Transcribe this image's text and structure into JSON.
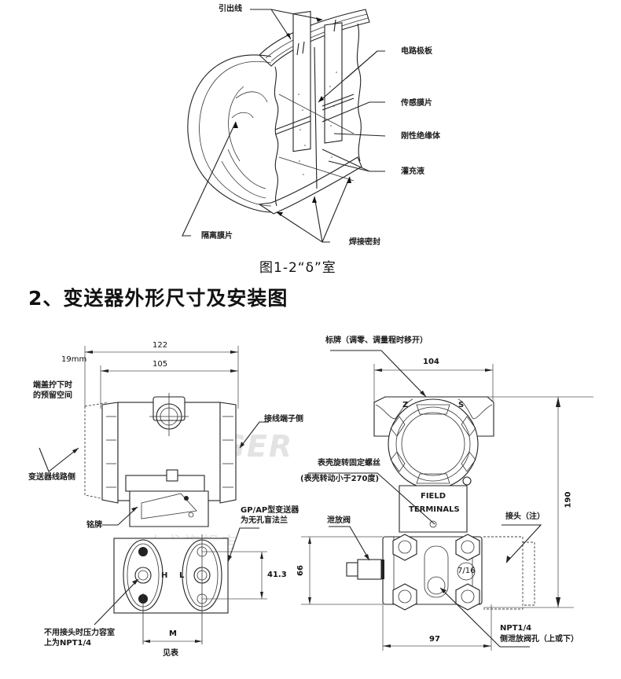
{
  "figure1": {
    "labels": {
      "lead_wire": "引出线",
      "circuit_board": "电路极板",
      "sensing_diaphragm": "传感膜片",
      "rigid_insulator": "刚性绝缘体",
      "fill_fluid": "灌充液",
      "isolating_diaphragm": "隔离膜片",
      "weld_seal": "焊接密封"
    },
    "caption": "图1-2“δ”室"
  },
  "section": {
    "title": "2、变送器外形尺寸及安装图"
  },
  "watermark": {
    "brand": "SONGGER",
    "store": "上戈旗舰店"
  },
  "side_view": {
    "dims": {
      "overall_width": "122",
      "body_width": "105",
      "cap_clearance": "19mm",
      "flange_hole_spacing": "41.3",
      "process_spacing": "M",
      "see_table": "见表"
    },
    "labels": {
      "cap_clearance_note": [
        "端盖拧下时",
        "的预留空间"
      ],
      "terminal_side": "接线端子侧",
      "circuit_side": "变送器线路侧",
      "nameplate": "铭牌",
      "gp_ap_note": [
        "GP/AP型变送器",
        "为无孔盲法兰"
      ],
      "npt_note": [
        "不用接头时压力容室",
        "上为NPT1/4"
      ],
      "high_side": "H",
      "low_side": "L"
    }
  },
  "front_view": {
    "dims": {
      "housing_width": "104",
      "overall_height": "190",
      "flange_height": "66",
      "flange_width": "97"
    },
    "labels": {
      "tag_plate": "标牌（调零、调量程时移开）",
      "zero_mark": "Z",
      "span_mark": "S",
      "housing_screw": [
        "表壳旋转固定螺丝",
        "(表壳转动小于270度)"
      ],
      "field_terminals": [
        "FIELD",
        "TERMINALS"
      ],
      "drain_valve": "泄放阀",
      "connector": "接头（注）",
      "npt_drain": [
        "NPT1/4",
        "侧泄放阀孔（上或下）"
      ],
      "thread_mark": "7/16"
    }
  }
}
